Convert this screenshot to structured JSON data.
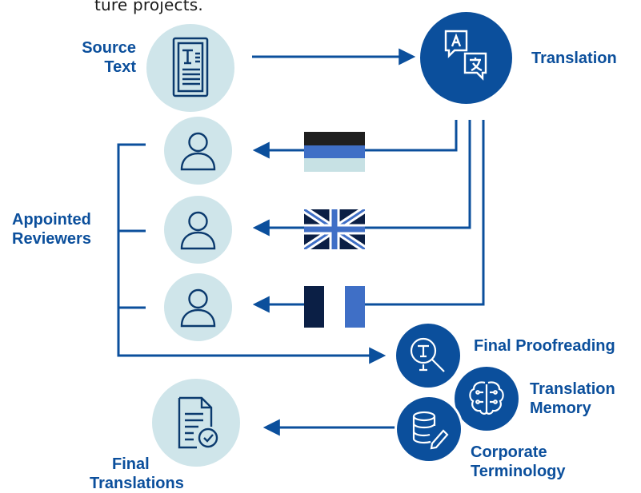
{
  "header_fragment": "ture projects.",
  "source": {
    "label_line1": "Source",
    "label_line2": "Text"
  },
  "translation": {
    "label": "Translation"
  },
  "reviewers": {
    "label_line1": "Appointed",
    "label_line2": "Reviewers"
  },
  "proofreading": {
    "label": "Final Proofreading"
  },
  "memory": {
    "label_line1": "Translation",
    "label_line2": "Memory"
  },
  "terminology": {
    "label_line1": "Corporate",
    "label_line2": "Terminology"
  },
  "final": {
    "label_line1": "Final",
    "label_line2": "Translations"
  },
  "colors": {
    "brand_blue": "#0b4f9c",
    "light_teal": "#cfe5ea",
    "flag_estonia": [
      "#1f1f1f",
      "#3f6fc6",
      "#c7e1e4"
    ],
    "flag_france": [
      "#0b1f45",
      "#ffffff",
      "#3f6fc6"
    ],
    "flag_uk": [
      "#0b1f45",
      "#ffffff",
      "#3f6fc6"
    ]
  },
  "icons": [
    "document-text-icon",
    "translate-bubbles-icon",
    "person-icon",
    "magnify-text-icon",
    "brain-circuit-icon",
    "database-pencil-icon",
    "document-check-icon"
  ]
}
